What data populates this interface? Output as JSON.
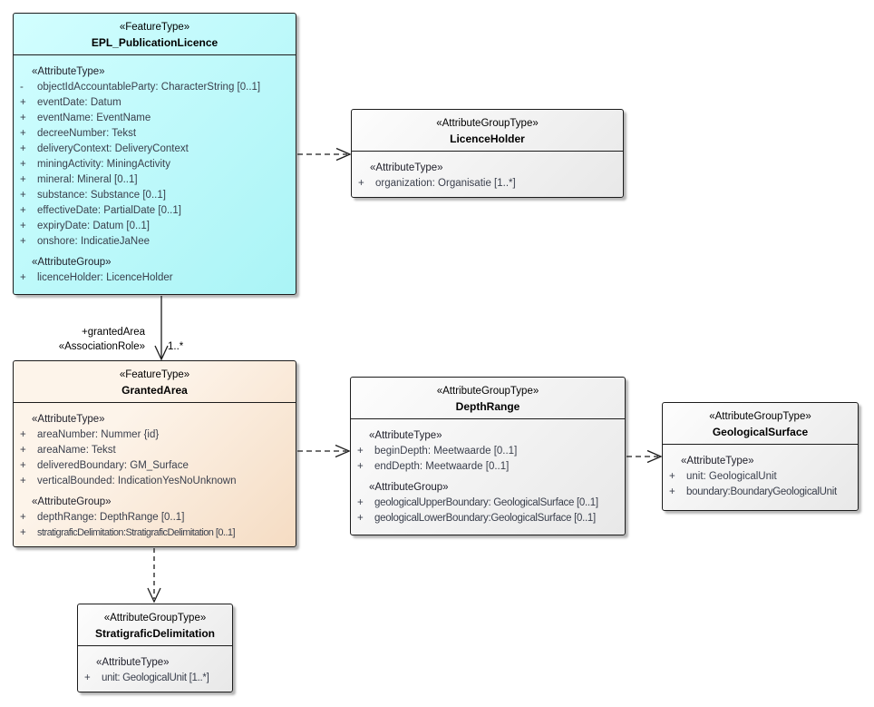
{
  "colors": {
    "cyan_light": "#d2feff",
    "cyan": "#aaf4f6",
    "peach_light": "#fdf4ea",
    "peach": "#f5dcc3",
    "gray_light": "#fdfdfd",
    "gray": "#e8e8e8",
    "line": "#1c1c1c",
    "text": "#000000",
    "attr_text": "#3a3f4c"
  },
  "association": {
    "role_label": "+grantedArea",
    "stereotype": "«AssociationRole»",
    "multiplicity": "1..*"
  },
  "boxes": {
    "epl": {
      "stereotype": "«FeatureType»",
      "name": "EPL_PublicationLicence",
      "attr_header": "«AttributeType»",
      "rows": [
        {
          "v": "-",
          "t": "objectIdAccountableParty: CharacterString [0..1]"
        },
        {
          "v": "+",
          "t": "eventDate: Datum"
        },
        {
          "v": "+",
          "t": "eventName: EventName"
        },
        {
          "v": "+",
          "t": "decreeNumber: Tekst"
        },
        {
          "v": "+",
          "t": "deliveryContext: DeliveryContext"
        },
        {
          "v": "+",
          "t": "miningActivity: MiningActivity"
        },
        {
          "v": "+",
          "t": "mineral: Mineral [0..1]"
        },
        {
          "v": "+",
          "t": "substance: Substance [0..1]"
        },
        {
          "v": "+",
          "t": "effectiveDate: PartialDate [0..1]"
        },
        {
          "v": "+",
          "t": "expiryDate: Datum [0..1]"
        },
        {
          "v": "+",
          "t": "onshore: IndicatieJaNee"
        }
      ],
      "group_header": "«AttributeGroup»",
      "group_rows": [
        {
          "v": "+",
          "t": "licenceHolder: LicenceHolder"
        }
      ]
    },
    "licence_holder": {
      "stereotype": "«AttributeGroupType»",
      "name": "LicenceHolder",
      "attr_header": "«AttributeType»",
      "rows": [
        {
          "v": "+",
          "t": "organization: Organisatie [1..*]"
        }
      ]
    },
    "granted_area": {
      "stereotype": "«FeatureType»",
      "name": "GrantedArea",
      "attr_header": "«AttributeType»",
      "rows": [
        {
          "v": "+",
          "t": "areaNumber: Nummer {id}"
        },
        {
          "v": "+",
          "t": "areaName: Tekst"
        },
        {
          "v": "+",
          "t": "deliveredBoundary: GM_Surface"
        },
        {
          "v": "+",
          "t": "verticalBounded: IndicationYesNoUnknown"
        }
      ],
      "group_header": "«AttributeGroup»",
      "group_rows": [
        {
          "v": "+",
          "t": "depthRange: DepthRange [0..1]"
        },
        {
          "v": "+",
          "t": "stratigraficDelimitation:StratigraficDelimitation [0..1]"
        }
      ]
    },
    "depth_range": {
      "stereotype": "«AttributeGroupType»",
      "name": "DepthRange",
      "attr_header": "«AttributeType»",
      "rows": [
        {
          "v": "+",
          "t": "beginDepth: Meetwaarde [0..1]"
        },
        {
          "v": "+",
          "t": "endDepth: Meetwaarde [0..1]"
        }
      ],
      "group_header": "«AttributeGroup»",
      "group_rows": [
        {
          "v": "+",
          "t": "geologicalUpperBoundary: GeologicalSurface [0..1]"
        },
        {
          "v": "+",
          "t": "geologicalLowerBoundary:GeologicalSurface [0..1]"
        }
      ]
    },
    "geological_surface": {
      "stereotype": "«AttributeGroupType»",
      "name": "GeologicalSurface",
      "attr_header": "«AttributeType»",
      "rows": [
        {
          "v": "+",
          "t": "unit: GeologicalUnit"
        },
        {
          "v": "+",
          "t": "boundary:BoundaryGeologicalUnit"
        }
      ]
    },
    "stratigrafic_delimitation": {
      "stereotype": "«AttributeGroupType»",
      "name": "StratigraficDelimitation",
      "attr_header": "«AttributeType»",
      "rows": [
        {
          "v": "+",
          "t": "unit: GeologicalUnit [1..*]"
        }
      ]
    }
  }
}
